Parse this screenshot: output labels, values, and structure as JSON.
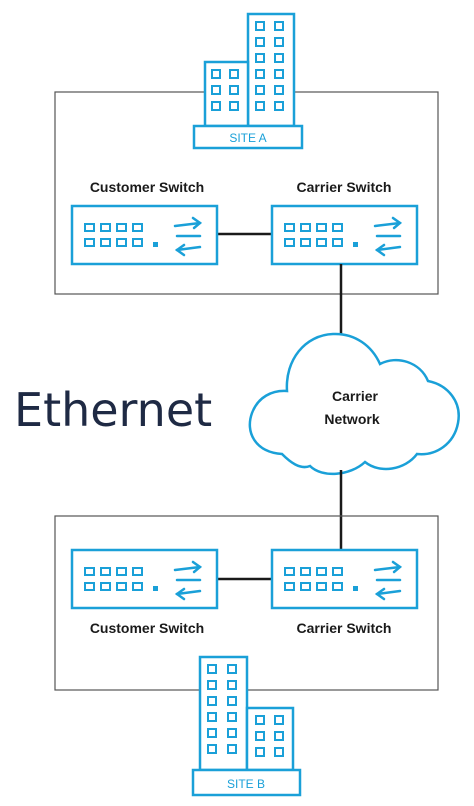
{
  "title": "Ethernet",
  "site_a": {
    "label": "SITE A"
  },
  "site_b": {
    "label": "SITE B"
  },
  "top_group": {
    "customer_switch_label": "Customer Switch",
    "carrier_switch_label": "Carrier Switch"
  },
  "bottom_group": {
    "customer_switch_label": "Customer Switch",
    "carrier_switch_label": "Carrier Switch"
  },
  "cloud": {
    "line1": "Carrier",
    "line2": "Network"
  },
  "icons": {
    "building": "building-icon",
    "switch": "network-switch-icon",
    "cloud": "cloud-icon",
    "arrows": "bidirectional-arrows-icon"
  },
  "colors": {
    "accent": "#1aa0d8",
    "frame": "#555555",
    "text": "#1a1a1a",
    "title": "#1f2a44"
  }
}
